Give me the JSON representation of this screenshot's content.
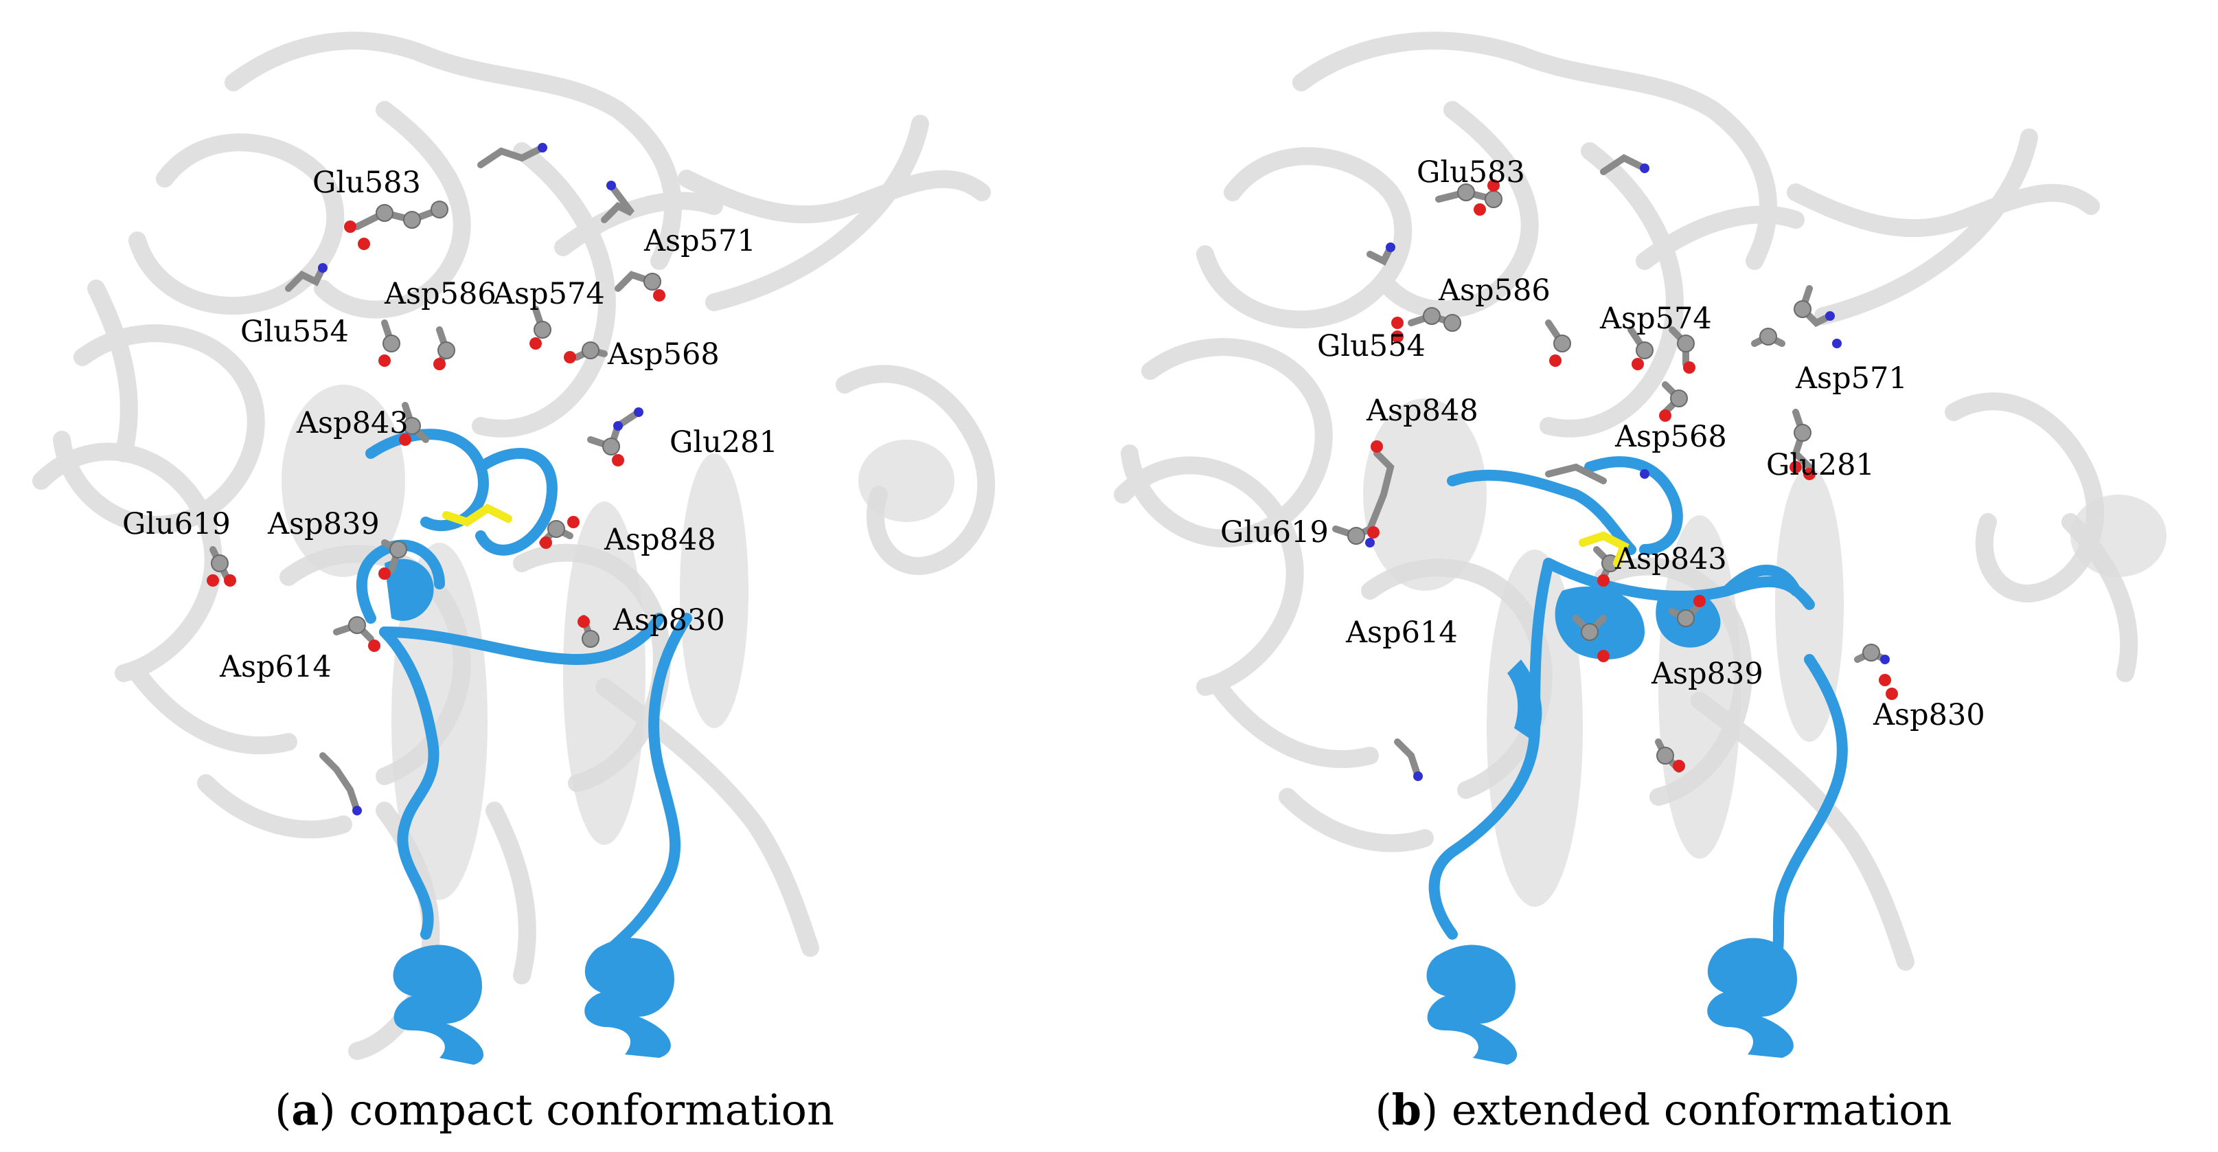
{
  "panels": [
    {
      "id": "a",
      "caption_letter": "a",
      "caption_text": "compact conformation",
      "labels": [
        "Glu583",
        "Asp571",
        "Asp586",
        "Asp574",
        "Glu554",
        "Asp568",
        "Asp843",
        "Glu281",
        "Glu619",
        "Asp839",
        "Asp848",
        "Asp830",
        "Asp614"
      ]
    },
    {
      "id": "b",
      "caption_letter": "b",
      "caption_text": "extended conformation",
      "labels": [
        "Glu583",
        "Asp586",
        "Asp574",
        "Glu554",
        "Asp571",
        "Asp848",
        "Asp568",
        "Glu281",
        "Glu619",
        "Asp843",
        "Asp614",
        "Asp839",
        "Asp830"
      ]
    }
  ],
  "colors": {
    "background_ribbon": "#d9d9d9",
    "highlight_ribbon": "#2f9ae0",
    "carbon_atom": "#9a9a9a",
    "oxygen_atom": "#e02020",
    "nitrogen_atom": "#3030d0",
    "sulfur_bond": "#f2ea1d"
  }
}
